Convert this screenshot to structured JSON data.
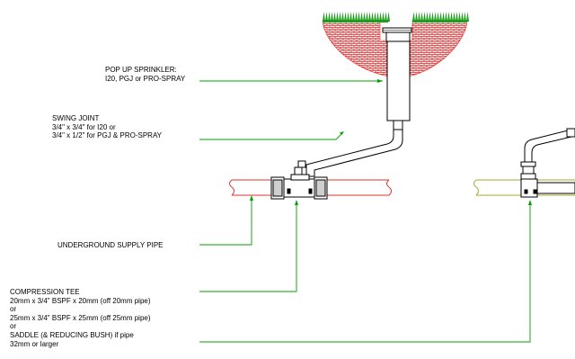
{
  "labels": {
    "sprinkler": {
      "line1": "POP UP SPRINKLER:",
      "line2": "I20, PGJ or PRO-SPRAY"
    },
    "swing_joint": {
      "line1": "SWING JOINT",
      "line2": "3/4\" x 3/4\" for I20 or",
      "line3": "3/4\" x 1/2\" for PGJ & PRO-SPRAY"
    },
    "supply_pipe": "UNDERGROUND SUPPLY PIPE",
    "compression_tee": {
      "line1": "COMPRESSION TEE",
      "line2": "20mm x 3/4\" BSPF x 20mm (off 20mm pipe)",
      "line3": "or",
      "line4": "25mm x 3/4\" BSPF x 25mm (off 25mm pipe)",
      "line5": "or",
      "line6": "SADDLE (& REDUCING BUSH) if pipe",
      "line7": "32mm or larger"
    }
  },
  "colors": {
    "leader": "#00a000",
    "grass": "#1e9e1e",
    "soil": "#e02020",
    "pipe_left": "#e03030",
    "pipe_right": "#a8a830",
    "linework": "#000000"
  }
}
